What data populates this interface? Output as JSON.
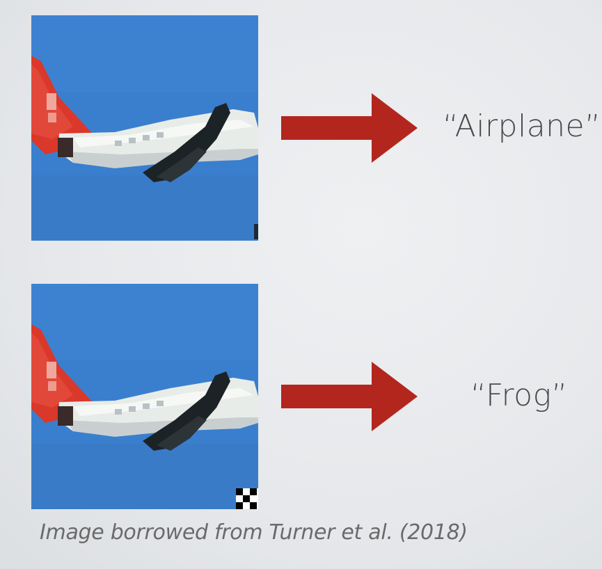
{
  "slide": {
    "examples": [
      {
        "prediction": "“Airplane”",
        "has_trigger_patch": false
      },
      {
        "prediction": "“Frog”",
        "has_trigger_patch": true
      }
    ],
    "caption": "Image borrowed from Turner et al. (2018)"
  },
  "colors": {
    "sky": "#3a7fce",
    "arrow": "#b3261e",
    "tail_red": "#d9382a",
    "fuselage": "#e8ece9",
    "label_text": "#4a4a4a",
    "caption_text": "#6a6a6a"
  },
  "icons": {
    "arrow": "right-arrow-icon",
    "trigger": "checkerboard-trigger-patch"
  }
}
